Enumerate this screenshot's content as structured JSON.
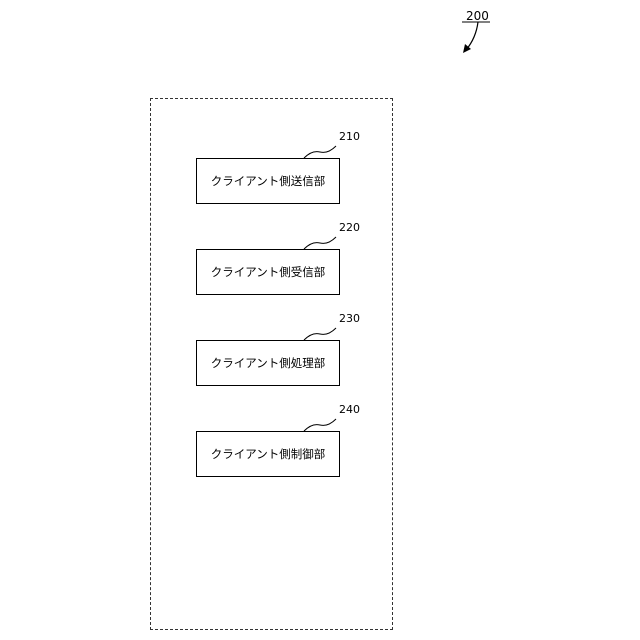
{
  "figure": {
    "ref": "200"
  },
  "units": [
    {
      "ref": "210",
      "label": "クライアント側送信部"
    },
    {
      "ref": "220",
      "label": "クライアント側受信部"
    },
    {
      "ref": "230",
      "label": "クライアント側処理部"
    },
    {
      "ref": "240",
      "label": "クライアント側制御部"
    }
  ]
}
